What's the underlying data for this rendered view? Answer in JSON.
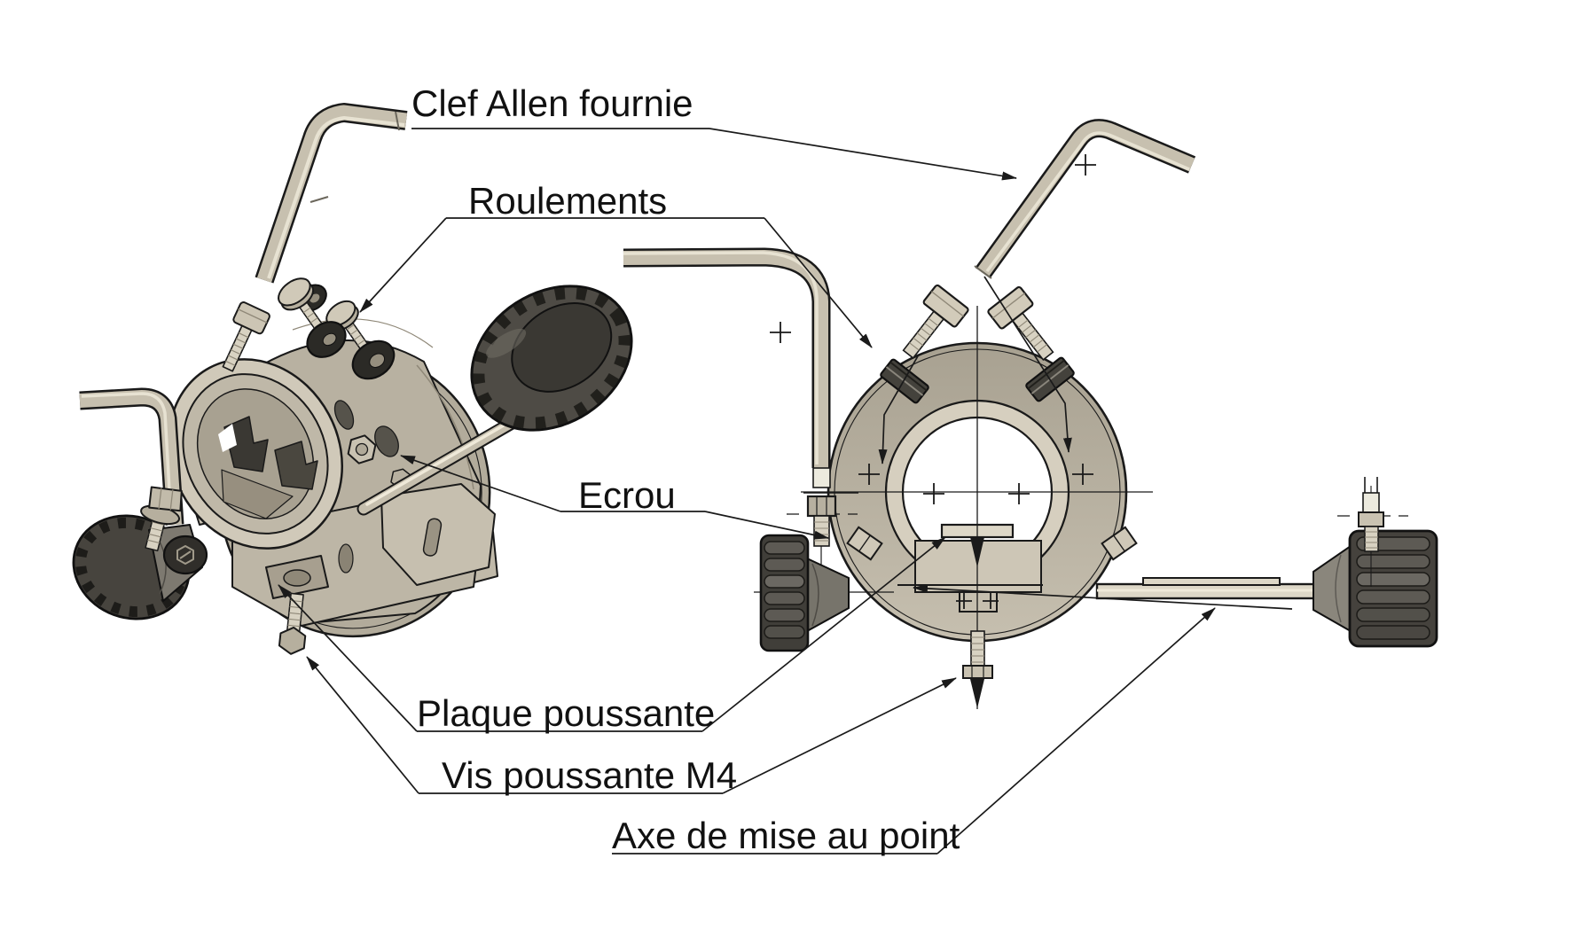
{
  "diagram": {
    "type": "mechanical-assembly-drawing",
    "labels": {
      "allen_key": "Clef Allen fournie",
      "bearings": "Roulements",
      "nut": "Ecrou",
      "push_plate": "Plaque poussante",
      "push_screw": "Vis poussante M4",
      "focus_axis": "Axe de mise au point"
    },
    "colors": {
      "background": "#ffffff",
      "line": "#1a1a1a",
      "body_beige": "#b5ae9e",
      "body_light": "#d2cbbb",
      "body_lighter": "#ddd7c7",
      "body_dark": "#a19a8a",
      "knob_dark": "#47443e",
      "knob_cap": "#35332e",
      "bearing_black": "#2b2a26",
      "metal_light": "#d8d2c2"
    }
  }
}
